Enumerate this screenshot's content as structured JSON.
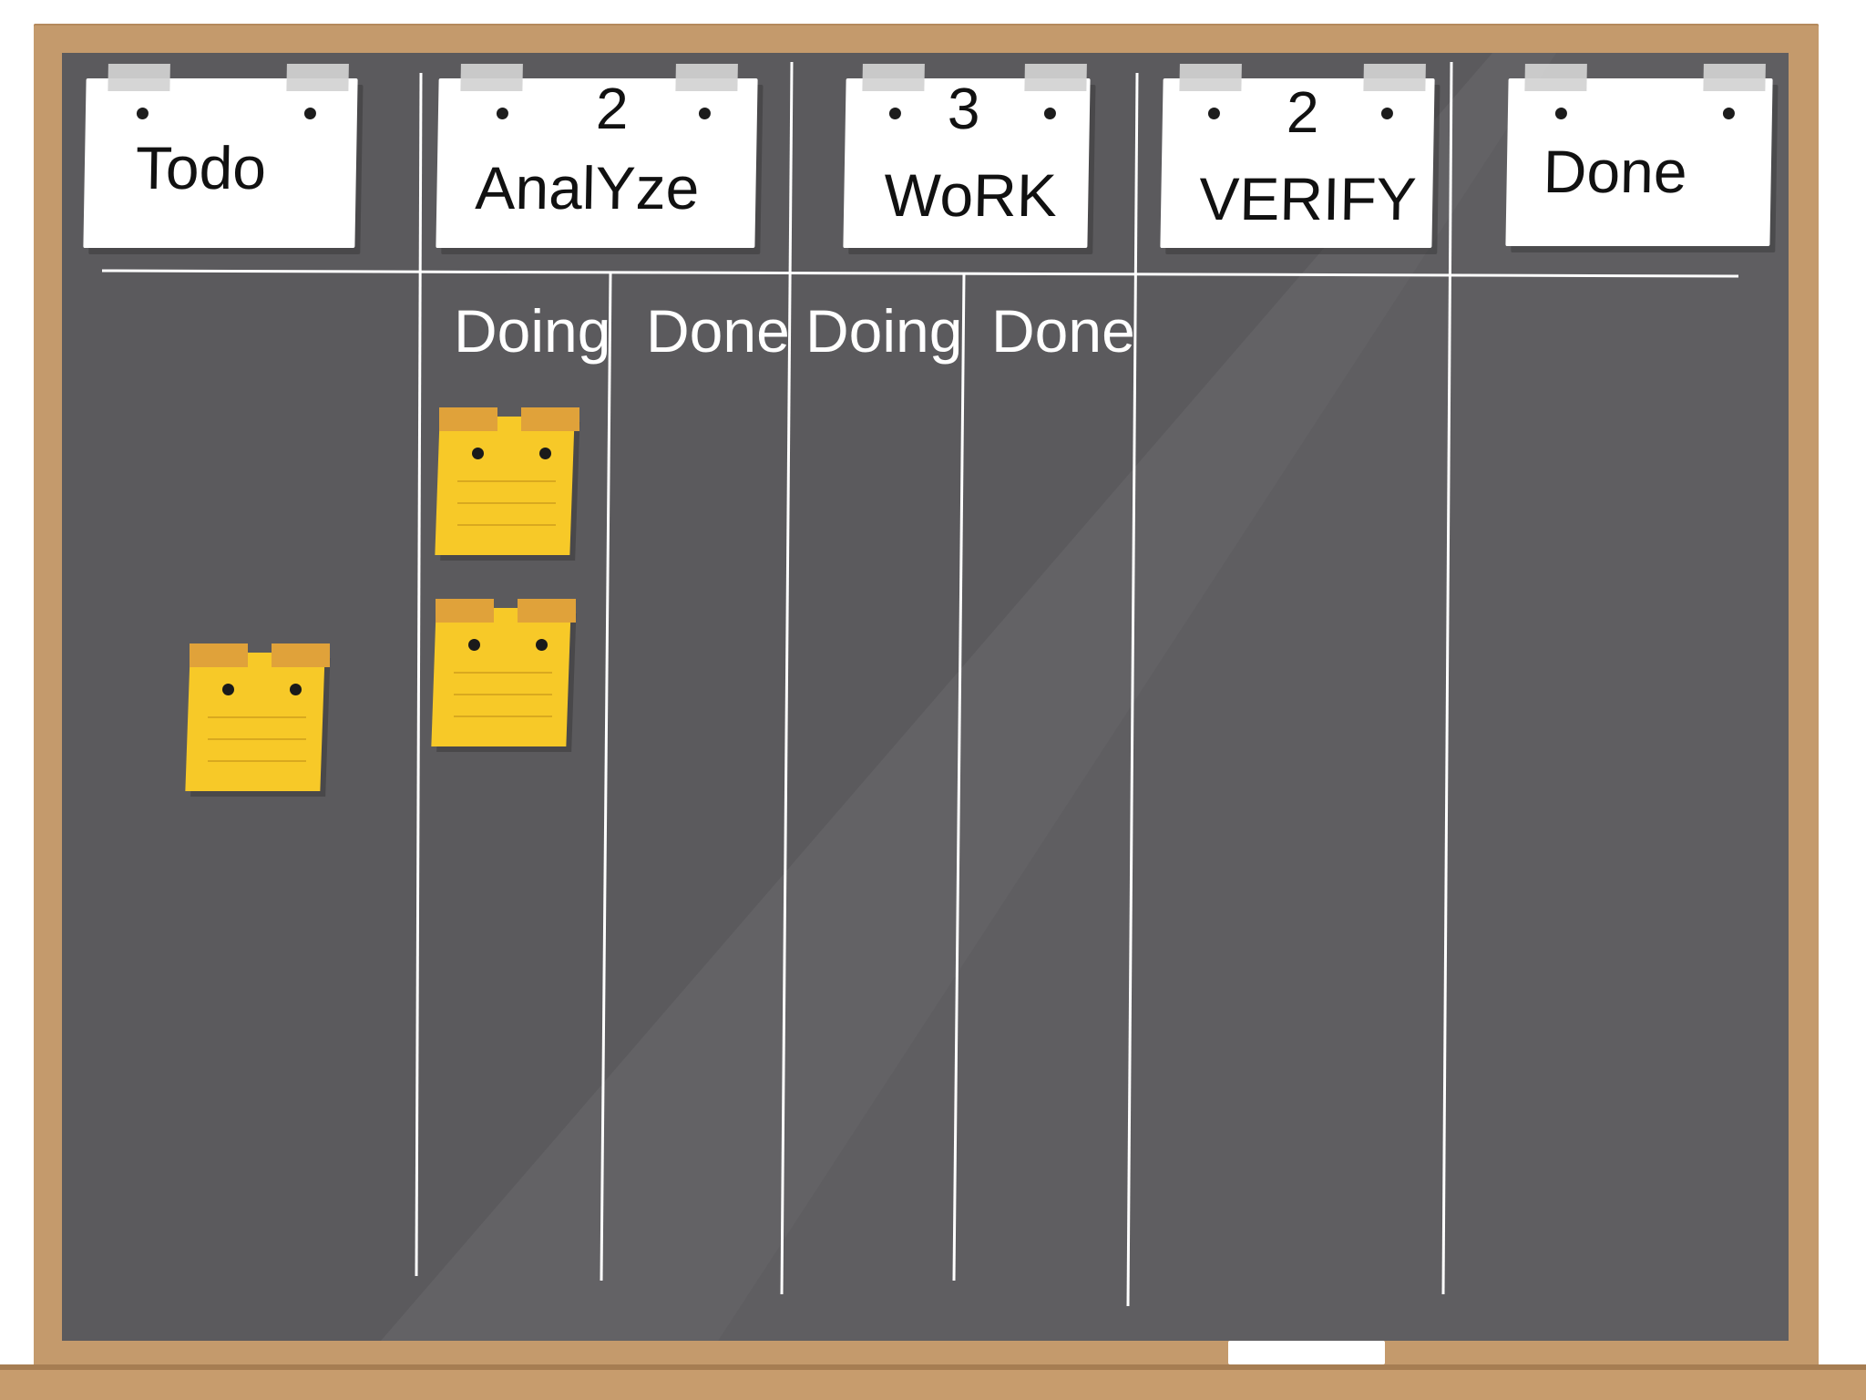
{
  "board": {
    "colors": {
      "frame": "#c49a6c",
      "board": "#5b5a5d",
      "chalk": "#ffffff",
      "card": "#ffffff",
      "sticky_note": "#f7c928",
      "sticky_tape": "#e0a23a"
    },
    "columns": [
      {
        "title": "Todo",
        "wip_limit": ""
      },
      {
        "title": "AnalYze",
        "wip_limit": "2"
      },
      {
        "title": "WoRK",
        "wip_limit": "3"
      },
      {
        "title": "VERIFY",
        "wip_limit": "2"
      },
      {
        "title": "Done",
        "wip_limit": ""
      }
    ],
    "subcolumns": {
      "analyze_doing": "Doing",
      "analyze_done": "Done",
      "work_doing": "Doing",
      "work_done": "Done"
    },
    "sticky_notes": [
      {
        "column": "Todo"
      },
      {
        "column": "AnalYze Doing"
      },
      {
        "column": "AnalYze Doing"
      }
    ]
  }
}
